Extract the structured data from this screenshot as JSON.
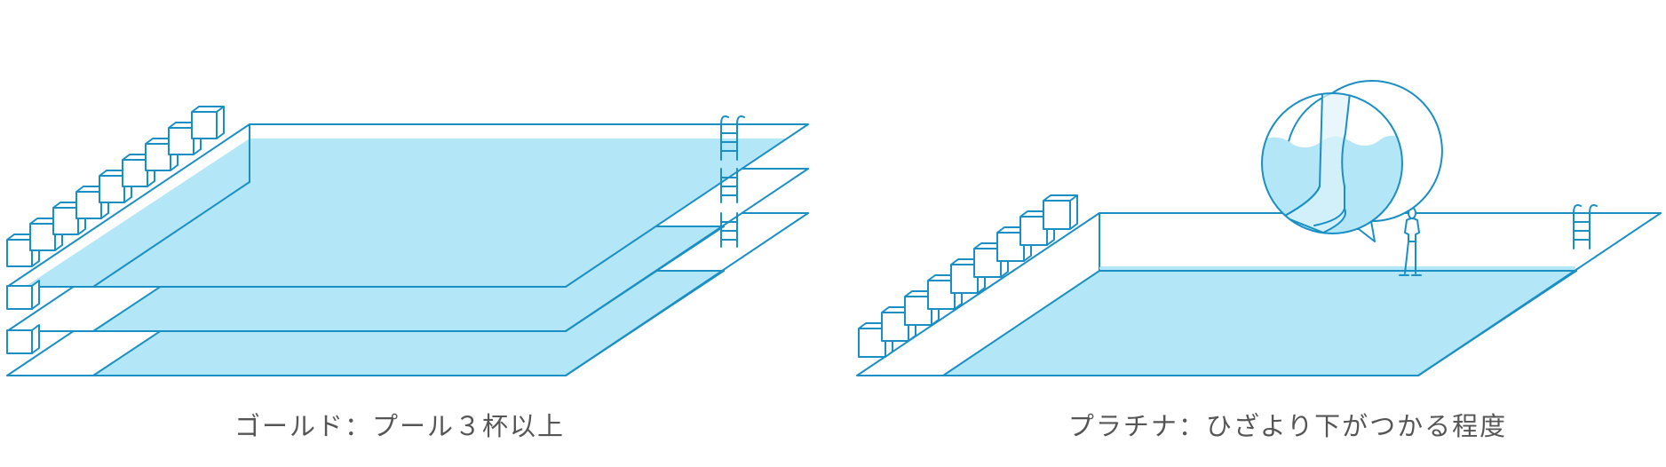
{
  "colors": {
    "stroke": "#1a8fc4",
    "water": "#b3e6f7",
    "water_light": "#dff4fb",
    "background": "#ffffff",
    "caption_text": "#555555"
  },
  "panels": [
    {
      "caption": "ゴールド：プール３杯以上",
      "pool_count": 3
    },
    {
      "caption": "プラチナ：ひざより下がつかる程度",
      "pool_count": 1
    }
  ]
}
